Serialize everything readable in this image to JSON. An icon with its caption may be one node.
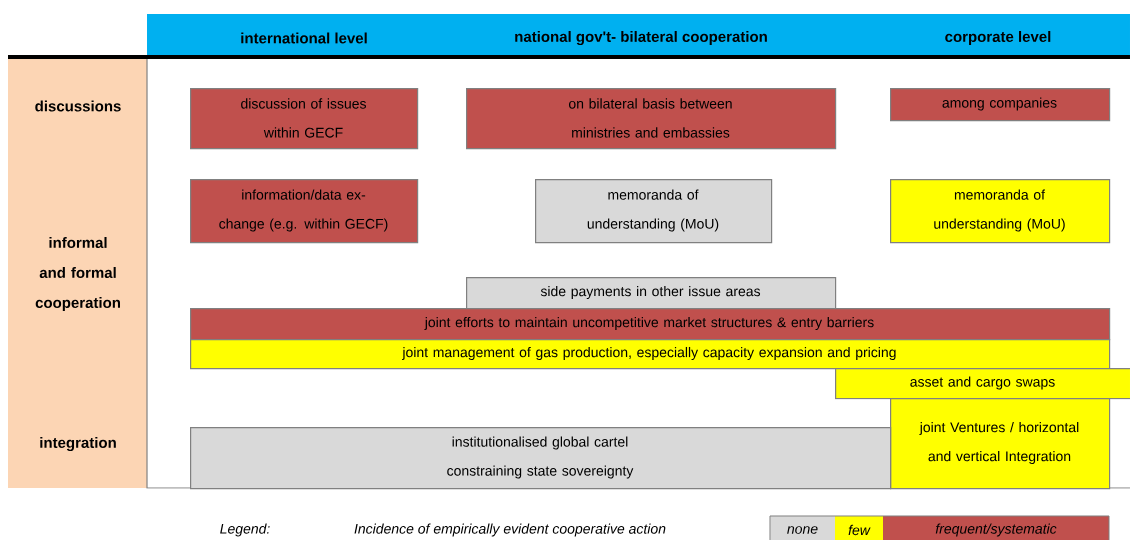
{
  "diagram": {
    "nodes": [
      {
        "text": [
          "discussion of issues within GECF"
        ]
      },
      {
        "text": [
          "on bilateral basis between ministries and embassies"
        ]
      },
      {
        "text": [
          "among companies"
        ]
      },
      {
        "text": [
          "information/data ex- change (e.g. within GECF)"
        ]
      },
      {
        "text": [
          "memoranda of understanding (MoU)"
        ]
      },
      {
        "text": [
          "memoranda of understanding (MoU)"
        ]
      },
      {
        "text": [
          "side payments in other issue areas"
        ]
      },
      {
        "text": [
          "joint efforts to maintain uncompetitive market structures & entry barriers"
        ]
      },
      {
        "text": [
          "joint management of gas production, especially capacity expansion and pricing"
        ]
      },
      {
        "text": [
          "asset and cargo swaps"
        ]
      },
      {
        "text": [
          "joint Ventures / horizontal and vertical Integration"
        ]
      },
      {
        "text": [
          "institutionalised global cartel constraining state sovereignty"
        ]
      }
    ],
    "labels": [
      "international level",
      "national gov't- bilateral cooperation",
      "corporate level",
      "discussions",
      "informal and formal cooperation",
      "integration",
      "Legend:",
      "Incidence of empirically evident cooperative action"
    ],
    "legend": [
      {
        "text": "none",
        "color": "#d9d9d9"
      },
      {
        "text": "few",
        "color": "#ffff00"
      },
      {
        "text": "frequent/systematic",
        "color": "#c0504d"
      }
    ]
  }
}
